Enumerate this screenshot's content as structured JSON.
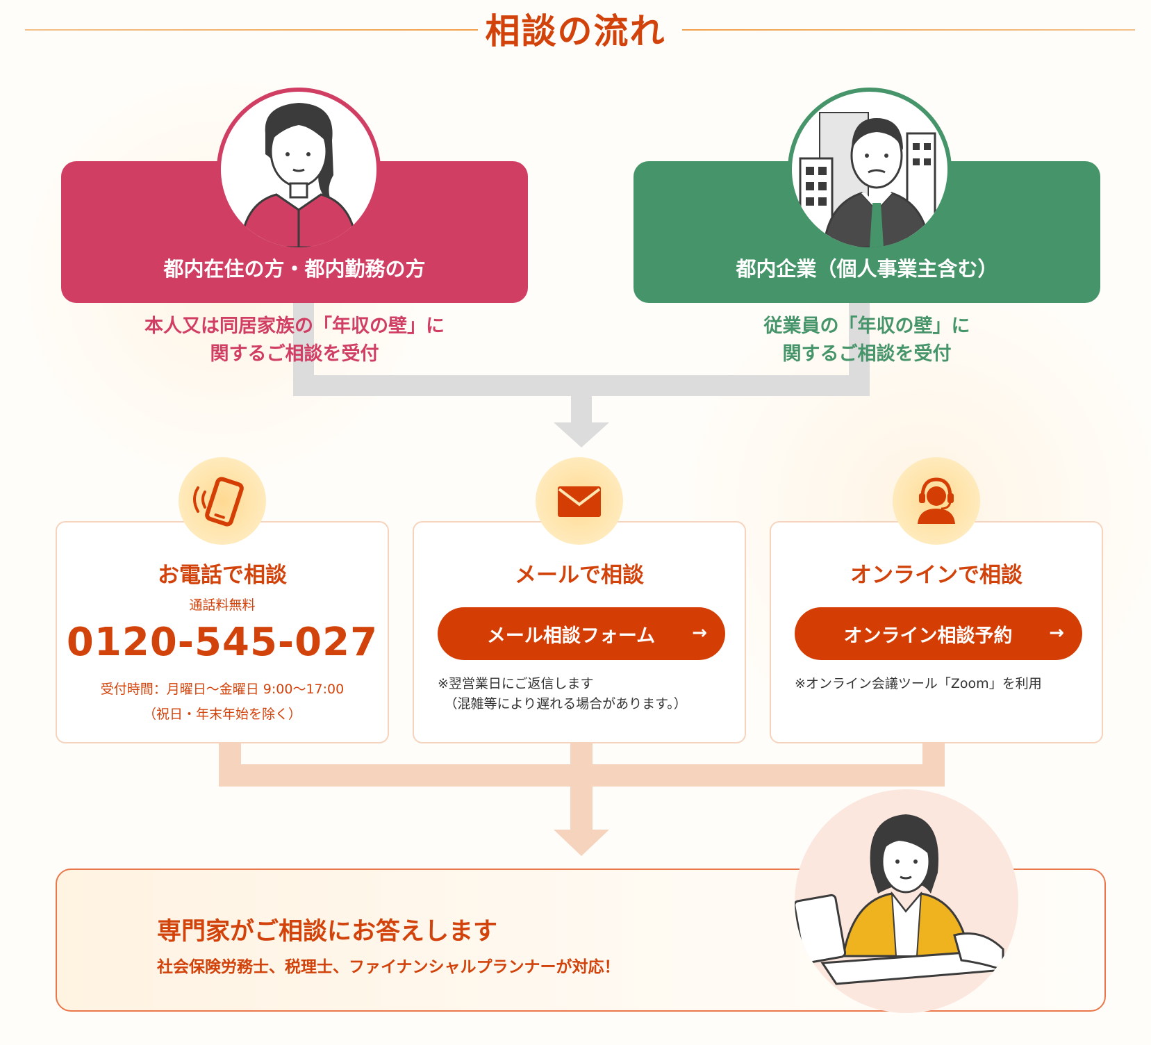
{
  "heading": {
    "title": "相談の流れ"
  },
  "targets": [
    {
      "label": "都内在住の方・都内勤務の方",
      "description": [
        "本人又は同居家族の「年収の壁」に",
        "関するご相談を受付"
      ],
      "color": "#d03e64"
    },
    {
      "label": "都内企業（個人事業主含む）",
      "description": [
        "従業員の「年収の壁」に",
        "関するご相談を受付"
      ],
      "color": "#46956a"
    }
  ],
  "methods": {
    "phone": {
      "icon": "smartphone-icon",
      "title": "お電話で相談",
      "note": "通話料無料",
      "number": "0120-545-027",
      "hours": "受付時間：月曜日～金曜日 9:00～17:00",
      "hours_note": "（祝日・年末年始を除く）"
    },
    "mail": {
      "icon": "envelope-icon",
      "title": "メールで相談",
      "button_label": "メール相談フォーム",
      "button_arrow": "→",
      "note": "※翌営業日にご返信します\n　（混雑等により遅れる場合があります。）"
    },
    "online": {
      "icon": "headset-icon",
      "title": "オンラインで相談",
      "button_label": "オンライン相談予約",
      "button_arrow": "→",
      "note": "※オンライン会議ツール「Zoom」を利用"
    }
  },
  "expert": {
    "title": "専門家がご相談にお答えします",
    "subtitle": "社会保険労務士、税理士、ファイナンシャルプランナーが対応！"
  },
  "colors": {
    "accent": "#d2420b",
    "button": "#d43e05",
    "resident": "#d03e64",
    "company": "#46956a"
  }
}
